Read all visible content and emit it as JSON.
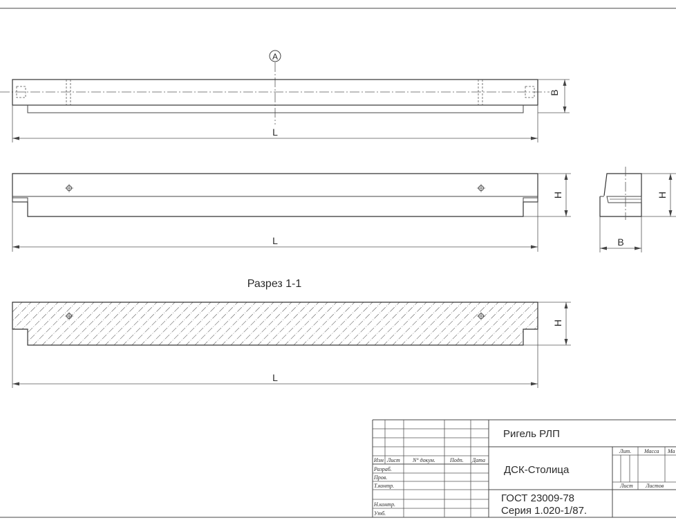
{
  "views": {
    "plan": {
      "marker": "A",
      "length_label": "L",
      "width_label": "B"
    },
    "elevation": {
      "length_label": "L",
      "height_label": "H"
    },
    "side": {
      "height_label": "H",
      "width_label": "B"
    },
    "section": {
      "title": "Разрез 1-1",
      "length_label": "L",
      "height_label": "H"
    }
  },
  "title_block": {
    "product_name": "Ригель РЛП",
    "organization": "ДСК-Столица",
    "standard": "ГОСТ 23009-78",
    "series": "Серия 1.020-1/87.",
    "col_headers": {
      "izm": "Изм",
      "list": "Лист",
      "doc": "N° докум.",
      "sign": "Подп.",
      "date": "Дата"
    },
    "roles": {
      "developed": "Разраб.",
      "checked": "Пров.",
      "tech_control": "Т.контр.",
      "norm_control": "Н.контр.",
      "approved": "Утб."
    },
    "right_headers": {
      "lit": "Лит.",
      "mass": "Масса",
      "scale": "Ма",
      "sheet": "Лист",
      "sheets": "Листов"
    }
  }
}
